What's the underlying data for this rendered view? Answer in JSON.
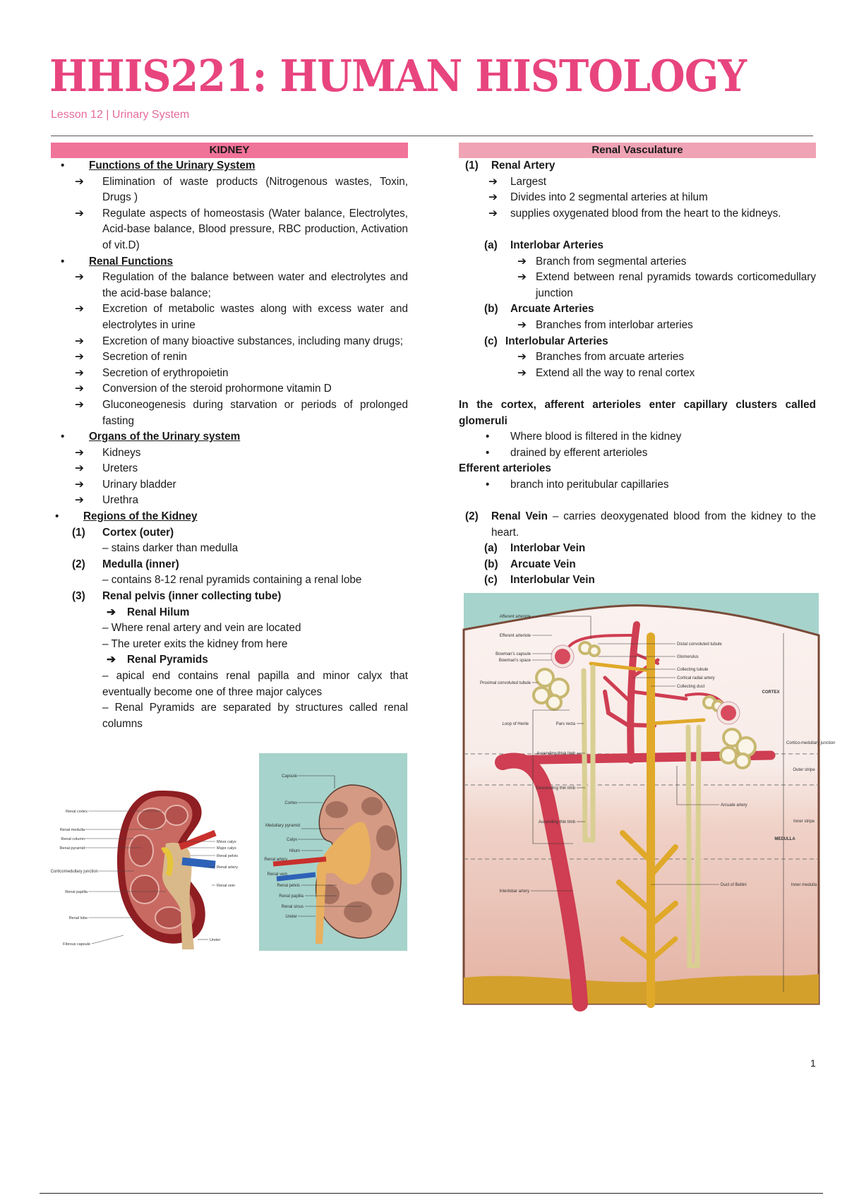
{
  "header": {
    "title": "HHIS221: HUMAN HISTOLOGY",
    "subtitle": "Lesson 12 | Urinary System"
  },
  "colors": {
    "title": "#e8457f",
    "left_header": "#f07399",
    "right_header": "#f0a3b4"
  },
  "icons": {
    "bullet": "•",
    "arrow": "➔"
  },
  "left": {
    "header": "KIDNEY",
    "functions": {
      "title": "Functions of the Urinary System",
      "items": [
        "Elimination of waste products (Nitrogenous wastes, Toxin, Drugs )",
        "Regulate aspects of homeostasis (Water balance, Electrolytes, Acid-base balance, Blood pressure, RBC production, Activation of vit.D)"
      ]
    },
    "renal_functions": {
      "title": "Renal Functions",
      "items": [
        "Regulation of the balance between water and electrolytes and the acid-base balance;",
        "Excretion of metabolic wastes along with excess water and electrolytes in urine",
        "Excretion of many bioactive substances, including many drugs;",
        "Secretion of renin",
        "Secretion of erythropoietin",
        "Conversion of the steroid prohormone vitamin D",
        "Gluconeogenesis during starvation or periods of prolonged fasting"
      ]
    },
    "organs": {
      "title": "Organs of the Urinary system",
      "items": [
        "Kidneys",
        "Ureters",
        "Urinary bladder",
        "Urethra"
      ]
    },
    "regions": {
      "title": "Regions of the Kidney",
      "cortex": {
        "num": "(1)",
        "label": "Cortex (outer)",
        "note": "– stains darker than medulla"
      },
      "medulla": {
        "num": "(2)",
        "label": "Medulla (inner)",
        "note": "– contains 8-12 renal pyramids containing a renal lobe"
      },
      "pelvis": {
        "num": "(3)",
        "label": "Renal pelvis (inner collecting tube)"
      },
      "hilum": {
        "label": "Renal Hilum",
        "notes": [
          "– Where renal artery and vein are located",
          "– The ureter exits the kidney from here"
        ]
      },
      "pyramids": {
        "label": "Renal Pyramids",
        "notes": [
          "– apical end contains renal papilla and minor calyx that eventually become one of three major calyces",
          "– Renal Pyramids are separated by structures called renal columns"
        ]
      }
    }
  },
  "right": {
    "header": "Renal Vasculature",
    "artery": {
      "num": "(1)",
      "label": "Renal Artery",
      "items": [
        "Largest",
        "Divides into 2 segmental arteries at hilum",
        "supplies oxygenated blood from the heart to the kidneys."
      ]
    },
    "branches": [
      {
        "num": "(a)",
        "label": "Interlobar Arteries",
        "items": [
          "Branch from segmental arteries",
          "Extend between renal pyramids towards corticomedullary junction"
        ]
      },
      {
        "num": "(b)",
        "label": "Arcuate Arteries",
        "items": [
          "Branches from interlobar arteries"
        ]
      },
      {
        "num": "(c)",
        "label": "Interlobular Arteries",
        "items": [
          "Branches from arcuate arteries",
          "Extend all the way to renal cortex"
        ]
      }
    ],
    "cortex_note": "In the cortex, afferent arterioles enter capillary clusters called glomeruli",
    "glomeruli_items": [
      "Where blood is filtered in the kidney",
      "drained by efferent arterioles"
    ],
    "efferent": "Efferent arterioles",
    "efferent_items": [
      "branch into peritubular capillaries"
    ],
    "vein": {
      "num": "(2)",
      "label": "Renal Vein",
      "desc": " – carries deoxygenated blood from the kidney to the heart."
    },
    "veins": [
      {
        "num": "(a)",
        "label": "Interlobar Vein"
      },
      {
        "num": "(b)",
        "label": "Arcuate Vein"
      },
      {
        "num": "(c)",
        "label": "Interlobular Vein"
      }
    ]
  },
  "figures": {
    "kidney_left": [
      "Renal cortex",
      "Renal medulla",
      "Renal column",
      "Renal pyramid",
      "Corticomedullary junction",
      "Renal papilla",
      "Renal lobe",
      "Fibrous capsule",
      "Minor calyx",
      "Major calyx",
      "Renal pelvis",
      "Renal artery",
      "Renal vein",
      "Ureter"
    ],
    "kidney_right": [
      "Capsule",
      "Cortex",
      "Medullary pyramid",
      "Calyx",
      "Hilum",
      "Renal artery",
      "Renal vein",
      "Renal pelvis",
      "Renal papilla",
      "Renal sinus",
      "Ureter"
    ],
    "nephron": [
      "Afferent arteriole",
      "Efferent arteriole",
      "Bowman's capsule",
      "Bowman's space",
      "Proximal convoluted tubule",
      "Loop of Henle",
      "Pars recta",
      "Ascending thick limb",
      "Descending thin limb",
      "Ascending thin limb",
      "Interlobar artery",
      "Distal convoluted tubule",
      "Glomerulus",
      "Collecting tubule",
      "Cortical radial artery",
      "Collecting duct",
      "Arcuate artery",
      "Duct of Bellini",
      "CORTEX",
      "Cortico-medullary junction",
      "Outer stripe",
      "Inner stripe",
      "MEDULLA",
      "Inner medulla"
    ]
  },
  "page_number": "1"
}
